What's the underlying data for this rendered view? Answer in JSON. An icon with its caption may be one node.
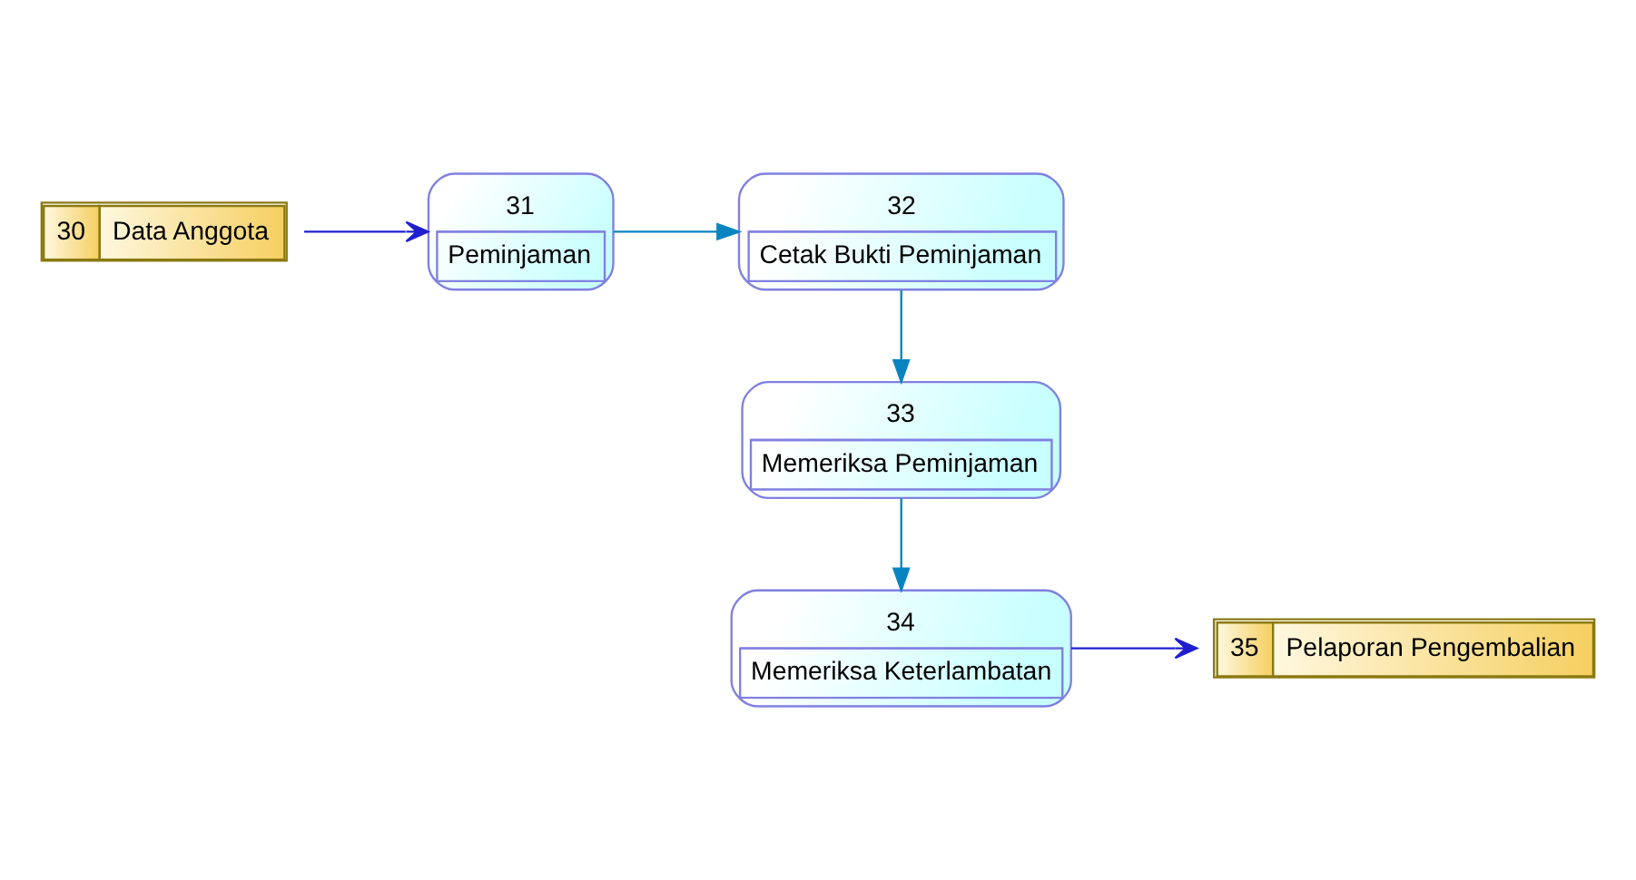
{
  "diagram": {
    "nodes": [
      {
        "text": [
          "30",
          "Data Anggota"
        ]
      },
      {
        "text": [
          "31",
          "Peminjaman"
        ]
      },
      {
        "text": [
          "32",
          "Cetak Bukti Peminjaman"
        ]
      },
      {
        "text": [
          "33",
          "Memeriksa Peminjaman"
        ]
      },
      {
        "text": [
          "34",
          "Memeriksa Keterlambatan"
        ]
      },
      {
        "text": [
          "35",
          "Pelaporan Pengembalian"
        ]
      }
    ],
    "edges": [
      {
        "from": 0,
        "to": 1,
        "arrow": "to",
        "color": "#1f1fd0"
      },
      {
        "from": 1,
        "to": 2,
        "arrow": "to"
      },
      {
        "from": 2,
        "to": 3,
        "arrow": "to"
      },
      {
        "from": 3,
        "to": 4,
        "arrow": "to"
      },
      {
        "from": 4,
        "to": 5,
        "arrow": "to",
        "color": "#1f1fd0"
      }
    ]
  }
}
